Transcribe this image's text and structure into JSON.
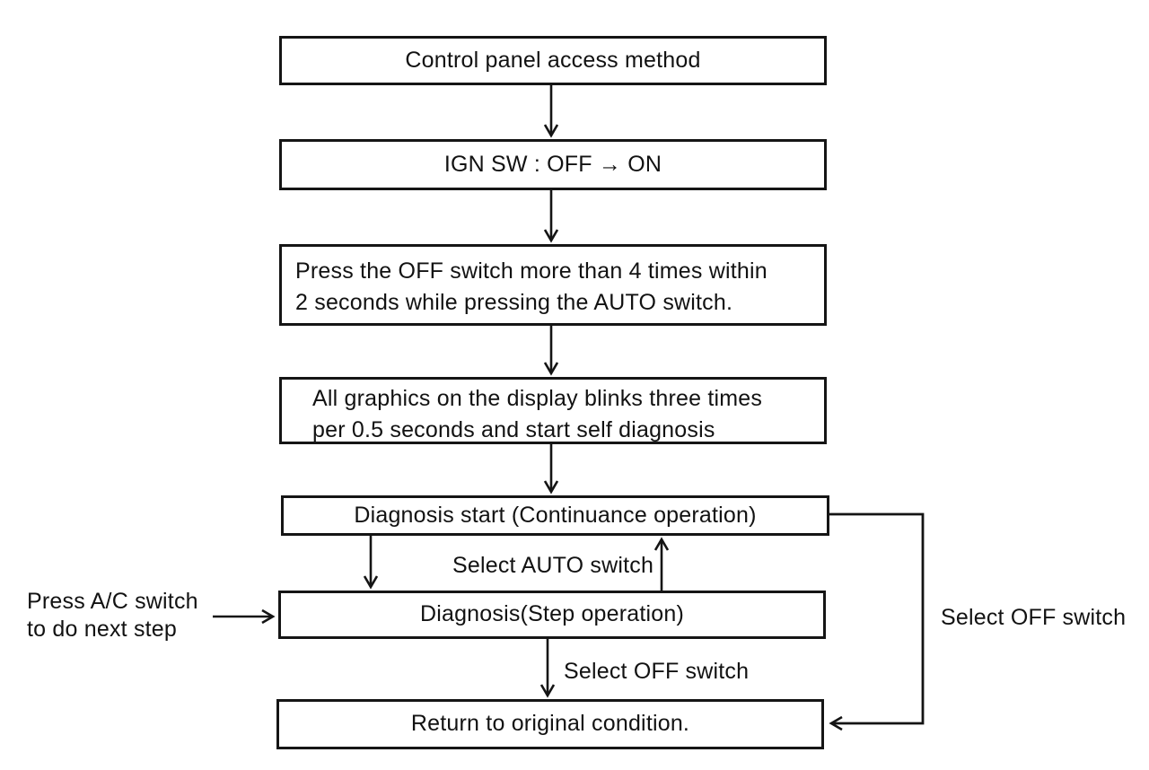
{
  "diagram": {
    "type": "flowchart",
    "subject": "A/C control panel self-diagnosis access procedure",
    "boxes": [
      {
        "id": "control-panel-access-method",
        "label": "Control panel access method"
      },
      {
        "id": "ign-sw-off-on",
        "label": "IGN SW : OFF → ON"
      },
      {
        "id": "press-off-switch",
        "lines": [
          "Press the OFF switch more than 4 times within",
          "2 seconds while pressing the AUTO switch."
        ]
      },
      {
        "id": "graphics-blink",
        "lines": [
          "All graphics on the display blinks three times",
          "per 0.5 seconds and start self diagnosis"
        ]
      },
      {
        "id": "diagnosis-start",
        "label": "Diagnosis start (Continuance operation)"
      },
      {
        "id": "diagnosis-step",
        "label": "Diagnosis(Step operation)"
      },
      {
        "id": "return-original",
        "label": "Return to original condition."
      }
    ],
    "edge_labels": {
      "select_auto_switch": "Select AUTO switch",
      "select_off_switch_center": "Select OFF switch",
      "select_off_switch_right": "Select OFF switch"
    },
    "side_note": {
      "line1": "Press A/C switch",
      "line2": "to do next step"
    },
    "colors": {
      "ink": "#141414",
      "background": "#ffffff"
    }
  }
}
